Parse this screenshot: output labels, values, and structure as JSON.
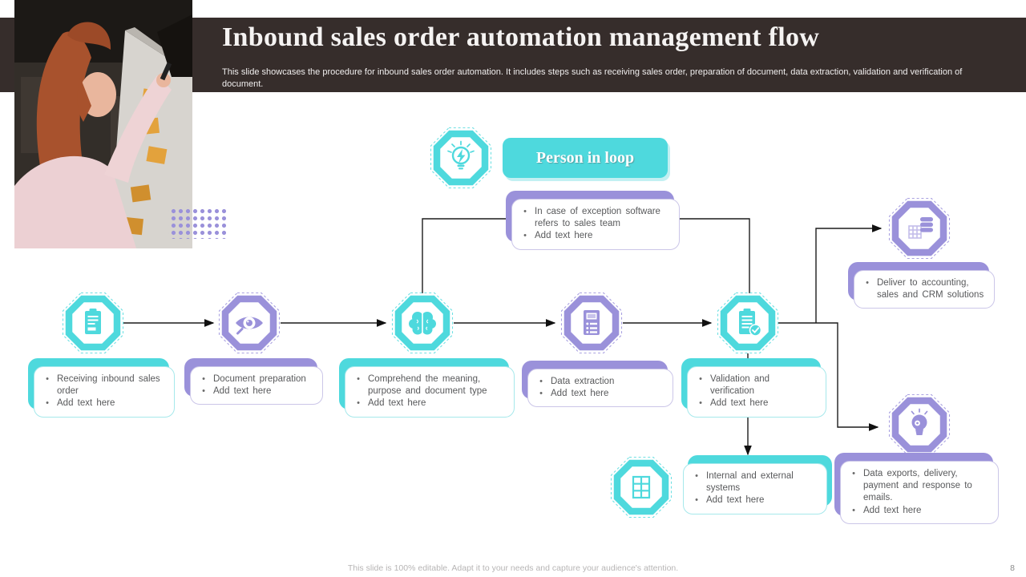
{
  "slide": {
    "title": "Inbound sales order automation management flow",
    "subtitle": "This slide showcases the procedure for inbound sales order automation. It includes steps such as receiving sales order, preparation of document, data extraction, validation and verification of document.",
    "footer": "This slide is 100% editable. Adapt it to your needs and capture your audience's attention.",
    "page_number": "8"
  },
  "colors": {
    "teal": "#4ed9dd",
    "purple": "#9a91da",
    "header_bg": "#362d2b",
    "connector": "#1c1c1c",
    "note_text": "#58595b",
    "footer_text": "#b7b5b5"
  },
  "person_in_loop": {
    "label": "Person in loop",
    "icon": "lightbulb-icon"
  },
  "exception_note": {
    "bullets": [
      "In case of exception software refers to sales team",
      "Add text here"
    ]
  },
  "steps": [
    {
      "id": "receiving-inbound-sales-order",
      "icon": "clipboard-icon",
      "accent": "teal",
      "bullets": [
        "Receiving inbound sales order",
        "Add text here"
      ]
    },
    {
      "id": "document-preparation",
      "icon": "eye-search-icon",
      "accent": "purple",
      "bullets": [
        "Document preparation",
        "Add text here"
      ]
    },
    {
      "id": "comprehend-document",
      "icon": "brain-icon",
      "accent": "teal",
      "bullets": [
        "Comprehend the meaning, purpose and document type",
        "Add text here"
      ]
    },
    {
      "id": "data-extraction",
      "icon": "form-lines-icon",
      "accent": "purple",
      "bullets": [
        "Data extraction",
        "Add text here"
      ]
    },
    {
      "id": "validation-verification",
      "icon": "clipboard-check-icon",
      "accent": "teal",
      "bullets": [
        "Validation and verification",
        "Add text here"
      ]
    }
  ],
  "outputs": [
    {
      "id": "deliver-accounting-crm",
      "icon": "database-grid-icon",
      "accent": "purple",
      "bullets": [
        "Deliver to accounting, sales and CRM solutions"
      ]
    },
    {
      "id": "internal-external-systems",
      "icon": "grid-table-icon",
      "accent": "teal",
      "bullets": [
        "Internal and external systems",
        "Add text here"
      ]
    },
    {
      "id": "data-exports-emails",
      "icon": "lightbulb-gear-icon",
      "accent": "purple",
      "bullets": [
        "Data exports, delivery, payment and  response to emails.",
        "Add text here"
      ]
    }
  ]
}
